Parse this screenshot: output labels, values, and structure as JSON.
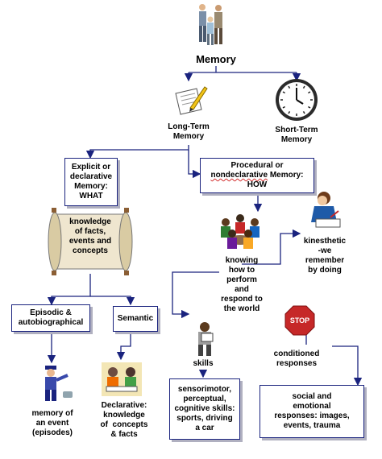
{
  "nodes": {
    "memory": "Memory",
    "long_term": [
      "Long-Term",
      "Memory"
    ],
    "short_term": [
      "Short-Term",
      "Memory"
    ],
    "explicit": [
      "Explicit or",
      "declarative",
      "Memory:",
      "WHAT"
    ],
    "procedural": [
      "Procedural or",
      "nondeclarative Memory:",
      "HOW"
    ],
    "procedural_underlined": "nondeclarative",
    "knowledge": [
      "knowledge",
      "of facts,",
      "events and",
      "concepts"
    ],
    "knowing": [
      "knowing",
      "how to",
      "perform",
      "and",
      "respond to",
      "the world"
    ],
    "kinesthetic": [
      "kinesthetic",
      "-we",
      "remember",
      "by doing"
    ],
    "episodic": [
      "Episodic &",
      "autobiographical"
    ],
    "semantic": "Semantic",
    "skills": "skills",
    "conditioned": [
      "conditioned",
      "responses"
    ],
    "memory_event": [
      "memory of",
      "an event",
      "(episodes)"
    ],
    "declarative": [
      "Declarative:",
      "knowledge",
      "of  concepts",
      "& facts"
    ],
    "sensorimotor": [
      "sensorimotor,",
      "perceptual,",
      "cognitive skills:",
      "sports, driving",
      "a car"
    ],
    "social": [
      "social and",
      "emotional",
      "responses: images,",
      "events, trauma"
    ],
    "stop_sign": "STOP"
  },
  "colors": {
    "arrow": "#1a237e",
    "box_border": "#1a237e",
    "scroll_fill": "#efe6cf",
    "stop_red": "#c62828"
  },
  "icons": [
    "family-icon",
    "notepad-pen-icon",
    "clock-icon",
    "scroll-icon",
    "group-meeting-icon",
    "person-writing-icon",
    "stop-sign-icon",
    "person-reading-icon",
    "police-officer-icon",
    "people-studying-icon"
  ]
}
